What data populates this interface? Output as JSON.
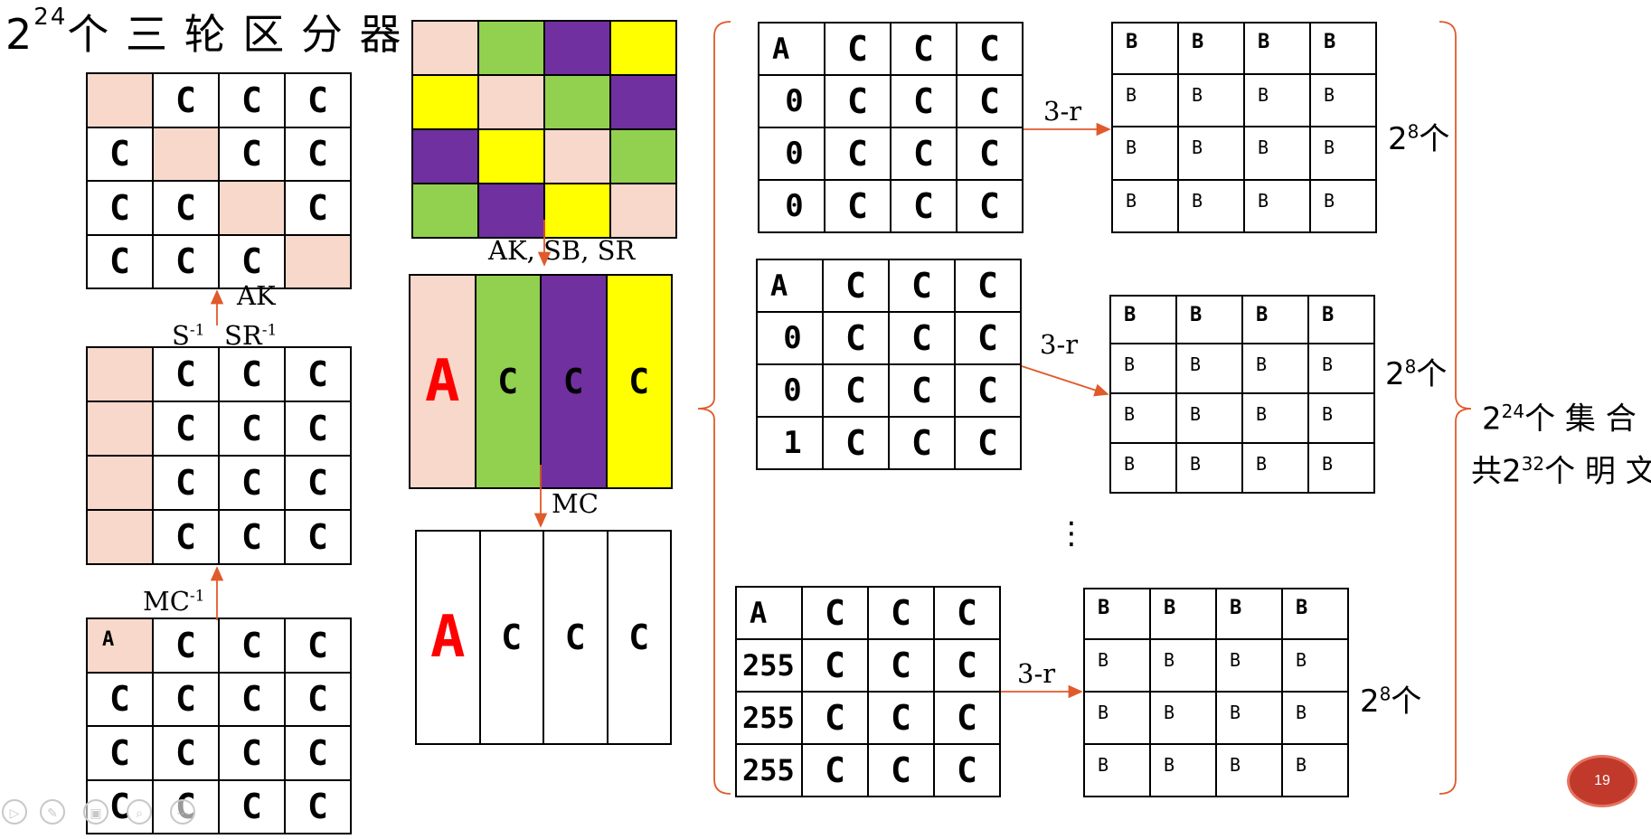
{
  "title": {
    "prefix": "2",
    "exp": "24",
    "suffix": "个 三 轮 区 分 器"
  },
  "left_top_grid": [
    [
      "",
      "C",
      "C",
      "C"
    ],
    [
      "C",
      "",
      "C",
      "C"
    ],
    [
      "C",
      "C",
      "",
      "C"
    ],
    [
      "C",
      "C",
      "C",
      ""
    ]
  ],
  "left_mid_grid": [
    [
      "",
      "C",
      "C",
      "C"
    ],
    [
      "",
      "C",
      "C",
      "C"
    ],
    [
      "",
      "C",
      "C",
      "C"
    ],
    [
      "",
      "C",
      "C",
      "C"
    ]
  ],
  "left_bot_grid": [
    [
      "A",
      "C",
      "C",
      "C"
    ],
    [
      "C",
      "C",
      "C",
      "C"
    ],
    [
      "C",
      "C",
      "C",
      "C"
    ],
    [
      "C",
      "C",
      "C",
      "C"
    ]
  ],
  "labels": {
    "ak": "AK",
    "s_inv_base": "S",
    "s_inv_exp": "-1",
    "sr_inv_base": "SR",
    "sr_inv_exp": "-1",
    "mc_inv_base": "MC",
    "mc_inv_exp": "-1",
    "ak_sb_sr": "AK, SB, SR",
    "mc": "MC"
  },
  "mid_col_grid": {
    "cells": [
      "A",
      "C",
      "C",
      "C"
    ]
  },
  "mid_bottom_grid": {
    "cells": [
      "A",
      "C",
      "C",
      "C"
    ]
  },
  "right_groups": [
    {
      "left": [
        [
          "A",
          "C",
          "C",
          "C"
        ],
        [
          "0",
          "C",
          "C",
          "C"
        ],
        [
          "0",
          "C",
          "C",
          "C"
        ],
        [
          "0",
          "C",
          "C",
          "C"
        ]
      ],
      "arrow": "3-r",
      "right": [
        [
          "B",
          "B",
          "B",
          "B"
        ],
        [
          "B",
          "B",
          "B",
          "B"
        ],
        [
          "B",
          "B",
          "B",
          "B"
        ],
        [
          "B",
          "B",
          "B",
          "B"
        ]
      ],
      "count_base": "2",
      "count_exp": "8",
      "count_suffix": "个"
    },
    {
      "left": [
        [
          "A",
          "C",
          "C",
          "C"
        ],
        [
          "0",
          "C",
          "C",
          "C"
        ],
        [
          "0",
          "C",
          "C",
          "C"
        ],
        [
          "1",
          "C",
          "C",
          "C"
        ]
      ],
      "arrow": "3-r",
      "right": [
        [
          "B",
          "B",
          "B",
          "B"
        ],
        [
          "B",
          "B",
          "B",
          "B"
        ],
        [
          "B",
          "B",
          "B",
          "B"
        ],
        [
          "B",
          "B",
          "B",
          "B"
        ]
      ],
      "count_base": "2",
      "count_exp": "8",
      "count_suffix": "个"
    },
    {
      "left": [
        [
          "A",
          "C",
          "C",
          "C"
        ],
        [
          "255",
          "C",
          "C",
          "C"
        ],
        [
          "255",
          "C",
          "C",
          "C"
        ],
        [
          "255",
          "C",
          "C",
          "C"
        ]
      ],
      "arrow": "3-r",
      "right": [
        [
          "B",
          "B",
          "B",
          "B"
        ],
        [
          "B",
          "B",
          "B",
          "B"
        ],
        [
          "B",
          "B",
          "B",
          "B"
        ],
        [
          "B",
          "B",
          "B",
          "B"
        ]
      ],
      "count_base": "2",
      "count_exp": "8",
      "count_suffix": "个"
    }
  ],
  "ellipsis": "⋮",
  "total": {
    "l1_base": "2",
    "l1_exp": "24",
    "l1_suffix": "个 集 合",
    "l2_prefix": "共2",
    "l2_exp": "32",
    "l2_suffix": "个 明 文"
  },
  "page_number": "19",
  "colors": {
    "pink": "#f7d8cb",
    "green": "#92d050",
    "purple": "#7030a0",
    "yellow": "#ffff00",
    "arrow": "#e05a2b",
    "red": "#ff0000"
  }
}
